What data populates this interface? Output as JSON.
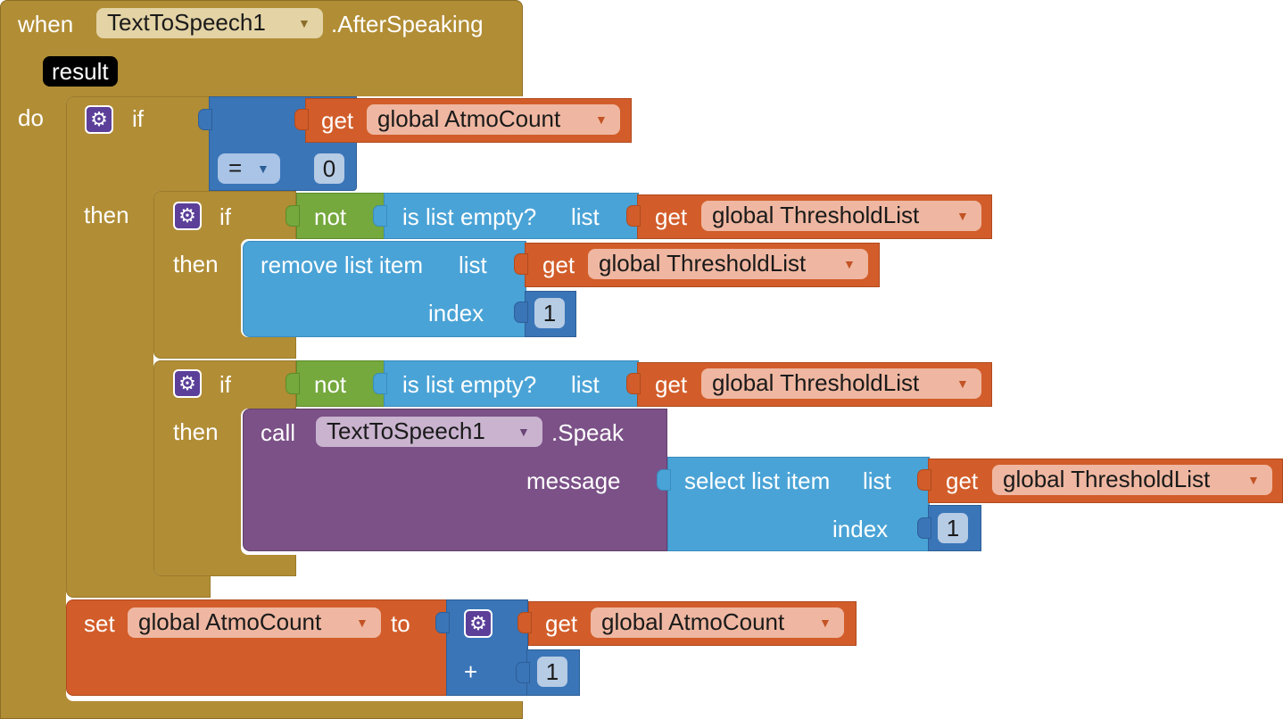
{
  "event": {
    "when": "when",
    "component": "TextToSpeech1",
    "event_name": ".AfterSpeaking",
    "param": "result",
    "do": "do"
  },
  "if1": {
    "if": "if",
    "then": "then",
    "get": "get",
    "var": "global AtmoCount",
    "op": "=",
    "value": "0"
  },
  "if2": {
    "if": "if",
    "then": "then",
    "not": "not",
    "is_empty": "is list empty?",
    "list": "list",
    "get": "get",
    "var": "global ThresholdList",
    "remove": "remove list item",
    "remove_list": "list",
    "remove_get": "get",
    "remove_var": "global ThresholdList",
    "index_label": "index",
    "index_value": "1"
  },
  "if3": {
    "if": "if",
    "then": "then",
    "not": "not",
    "is_empty": "is list empty?",
    "list": "list",
    "get": "get",
    "var": "global ThresholdList",
    "call": "call",
    "component": "TextToSpeech1",
    "method": ".Speak",
    "message": "message",
    "select": "select list item",
    "select_list": "list",
    "select_get": "get",
    "select_var": "global ThresholdList",
    "index_label": "index",
    "index_value": "1"
  },
  "set": {
    "set": "set",
    "var": "global AtmoCount",
    "to": "to",
    "get": "get",
    "get_var": "global AtmoCount",
    "op": "+",
    "value": "1"
  },
  "icons": {
    "dropdown": "dropdown-arrow-icon",
    "mutator": "gear-icon"
  },
  "colors": {
    "event": "#b18d35",
    "logic": "#3a75b8",
    "logic_not": "#75a83d",
    "list": "#4aa3d6",
    "variable": "#d25d2a",
    "procedure_call": "#7b5187"
  }
}
